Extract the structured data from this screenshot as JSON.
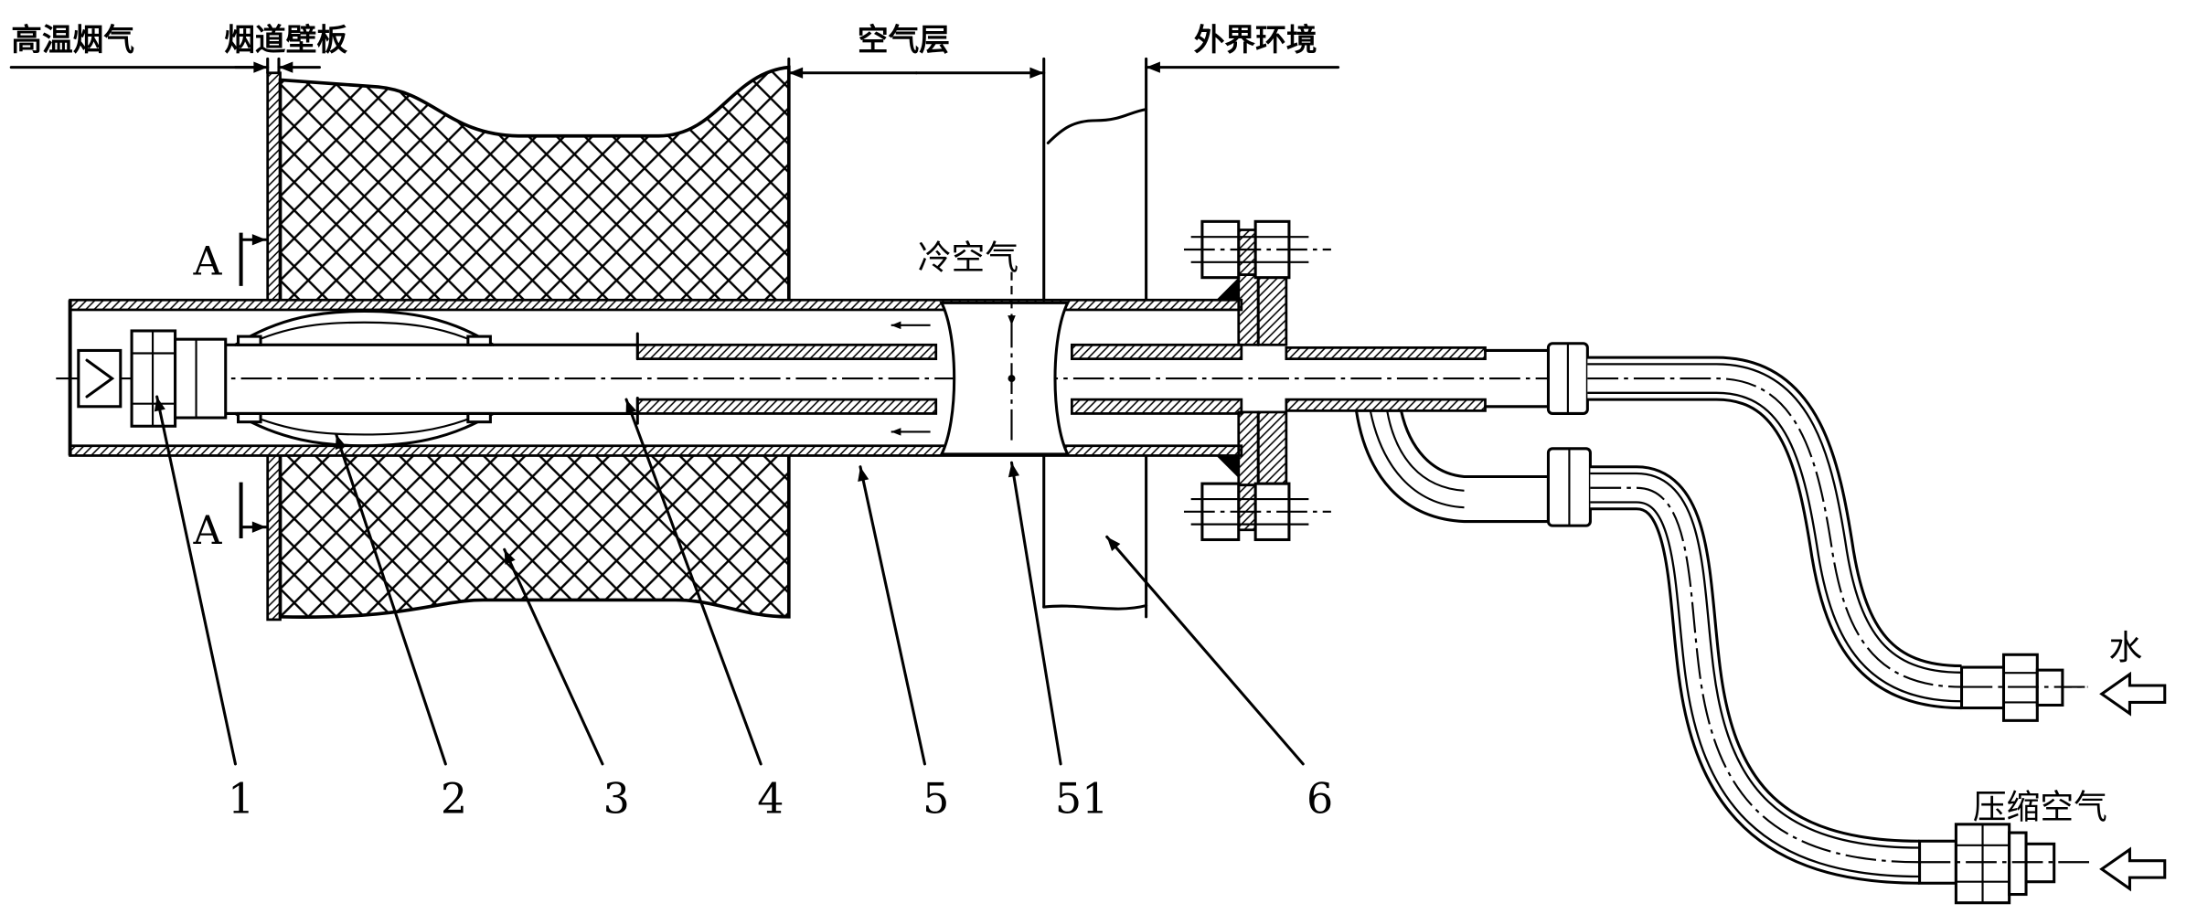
{
  "colors": {
    "ink": "#000000",
    "background": "#ffffff"
  },
  "top_labels": {
    "high_temperature_flue_gas": "高温烟气",
    "flue_wall_plate": "烟道壁板",
    "air_layer": "空气层",
    "external_environment": "外界环境"
  },
  "flow_labels": {
    "cold_air": "冷空气",
    "water": "水",
    "compressed_air": "压缩空气"
  },
  "section_marks": [
    "A",
    "A"
  ],
  "callouts": [
    "1",
    "2",
    "3",
    "4",
    "5",
    "51",
    "6"
  ]
}
